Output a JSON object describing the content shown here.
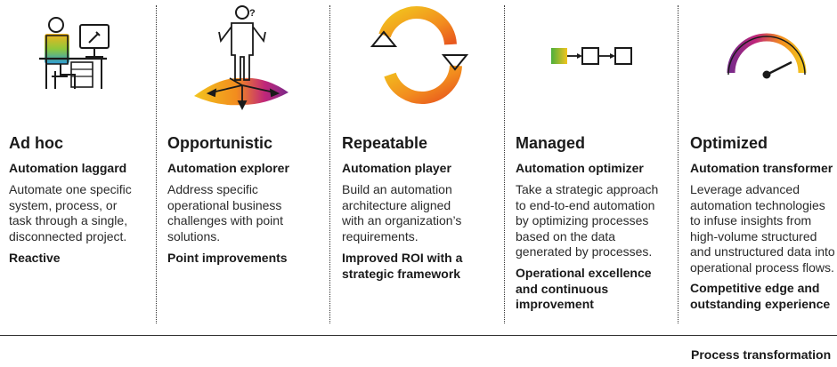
{
  "stages": [
    {
      "title": "Ad hoc",
      "subtitle": "Automation laggard",
      "description": "Automate one specific\nsystem, process, or\ntask through a single,\ndisconnected project.",
      "outcome": "Reactive",
      "icon": "person-at-computer-icon"
    },
    {
      "title": "Opportunistic",
      "subtitle": "Automation explorer",
      "description": "Address specific\noperational business\nchallenges with point\nsolutions.",
      "outcome": "Point improvements",
      "icon": "questioning-person-icon"
    },
    {
      "title": "Repeatable",
      "subtitle": "Automation player",
      "description": "Build an automation\narchitecture aligned\nwith an organization’s\nrequirements.",
      "outcome": "Improved ROI with a\nstrategic framework",
      "icon": "cycle-arrows-icon"
    },
    {
      "title": "Managed",
      "subtitle": "Automation optimizer",
      "description": "Take a strategic approach\nto end-to-end automation\nby optimizing processes\nbased on the data\ngenerated by processes.",
      "outcome": "Operational excellence\nand continuous\nimprovement",
      "icon": "process-flow-icon"
    },
    {
      "title": "Optimized",
      "subtitle": "Automation transformer",
      "description": "Leverage advanced\nautomation technologies\nto infuse insights from\nhigh-volume structured\nand unstructured data into\noperational process flows.",
      "outcome": "Competitive edge and\noutstanding experience",
      "icon": "gauge-icon"
    }
  ],
  "footer": "Process transformation",
  "colors": {
    "orange": "#f28c1e",
    "yellow": "#f2c41e",
    "purple": "#7a2a8a",
    "magenta": "#c0267a",
    "blue": "#2a9bd8",
    "green": "#4caf3c",
    "line": "#1a1a1a"
  }
}
